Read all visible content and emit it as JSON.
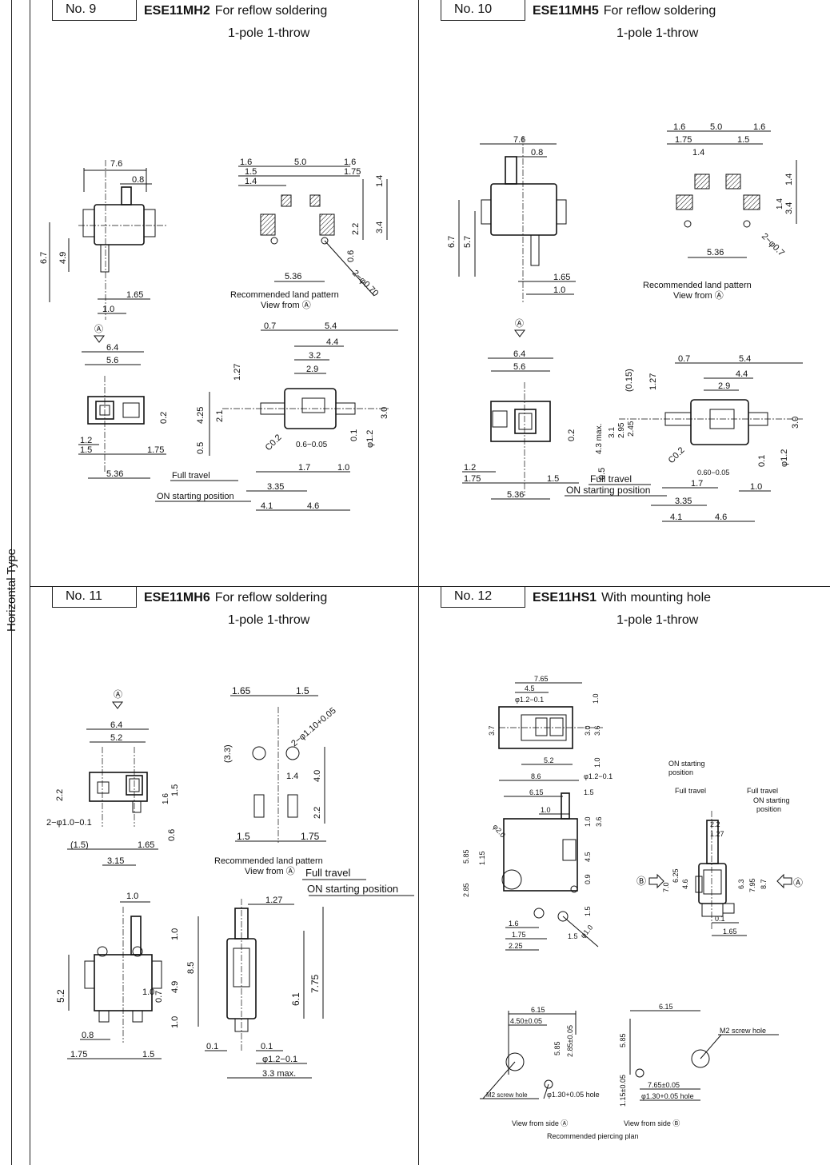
{
  "sidebar": {
    "label": "Horizontal Type"
  },
  "panels": {
    "p9": {
      "number": "No. 9",
      "model": "ESE11MH2",
      "desc": "For reflow soldering",
      "pole": "1-pole 1-throw",
      "dims_top": [
        "7.6",
        "0.8",
        "6.7",
        "4.9",
        "1.65",
        "1.0"
      ],
      "land": [
        "1.6",
        "5.0",
        "1.6",
        "1.5",
        "1.75",
        "1.4",
        "1.4",
        "2.2",
        "3.4",
        "0.6",
        "2−φ0.70",
        "5.36"
      ],
      "land_caption_1": "Recommended land pattern",
      "land_caption_2": "View from Ⓐ",
      "arrow_label": "Ⓐ",
      "dims_front": [
        "6.4",
        "5.6",
        "0.2",
        "1.2",
        "1.5",
        "1.75",
        "5.36"
      ],
      "dims_side": [
        "0.7",
        "5.4",
        "4.4",
        "3.2",
        "2.9",
        "1.27",
        "4.25",
        "2.1",
        "0.5",
        "3.0",
        "0.1",
        "φ1.2",
        "C0.2",
        "0.6−0.05",
        "1.7",
        "1.0",
        "3.35",
        "4.1",
        "4.6"
      ],
      "full_travel": "Full travel",
      "on_start": "ON starting position"
    },
    "p10": {
      "number": "No. 10",
      "model": "ESE11MH5",
      "desc": "For reflow soldering",
      "pole": "1-pole 1-throw",
      "dims_top": [
        "7.6",
        "0.8",
        "6.7",
        "5.7",
        "1.65",
        "1.0"
      ],
      "land": [
        "1.6",
        "5.0",
        "1.6",
        "1.75",
        "1.5",
        "1.4",
        "1.4",
        "1.4",
        "3.4",
        "2−φ0.7",
        "5.36"
      ],
      "land_caption_1": "Recommended land pattern",
      "land_caption_2": "View from Ⓐ",
      "arrow_label": "Ⓐ",
      "dims_front": [
        "6.4",
        "5.6",
        "0.2",
        "1.2",
        "1.75",
        "1.5",
        "5.36"
      ],
      "dims_side": [
        "0.7",
        "5.4",
        "4.4",
        "2.9",
        "(0.15)",
        "1.27",
        "4.3 max.",
        "3.1",
        "2.95",
        "2.45",
        "0.5",
        "3.0",
        "0.1",
        "φ1.2",
        "C0.2",
        "0.60−0.05",
        "1.7",
        "1.0",
        "3.35",
        "4.1",
        "4.6"
      ],
      "full_travel": "Full travel",
      "on_start": "ON starting position"
    },
    "p11": {
      "number": "No. 11",
      "model": "ESE11MH6",
      "desc": "For reflow soldering",
      "pole": "1-pole 1-throw",
      "arrow_label": "Ⓐ",
      "dims_top": [
        "6.4",
        "5.2",
        "2.2",
        "1.6",
        "1.5",
        "2−φ1.0−0.1",
        "0.6",
        "(1.5)",
        "1.65",
        "3.15"
      ],
      "land": [
        "1.65",
        "1.5",
        "2−φ1.10+0.05",
        "(3.3)",
        "1.4",
        "4.0",
        "2.2",
        "1.5",
        "1.75"
      ],
      "land_caption_1": "Recommended land pattern",
      "land_caption_2": "View from Ⓐ",
      "dims_front": [
        "1.0",
        "1.0",
        "8.5",
        "5.2",
        "4.9",
        "0.7",
        "1.0",
        "1.0",
        "0.8",
        "1.75",
        "1.5"
      ],
      "dims_side": [
        "1.27",
        "6.1",
        "7.75",
        "0.1",
        "0.1",
        "φ1.2−0.1",
        "3.3 max."
      ],
      "full_travel": "Full travel",
      "on_start": "ON starting position"
    },
    "p12": {
      "number": "No. 12",
      "model": "ESE11HS1",
      "desc": "With mounting hole",
      "pole": "1-pole 1-throw",
      "dims_top": [
        "7.65",
        "4.5",
        "φ1.2−0.1",
        "1.0",
        "3.7",
        "3.0",
        "3.6",
        "5.2",
        "1.0",
        "8.6",
        "φ1.2−0.1"
      ],
      "dims_front": [
        "6.15",
        "1.5",
        "1.0",
        "1.0",
        "3.6",
        "5.85",
        "1.15",
        "φ2.0",
        "4.5",
        "0.9",
        "2.85",
        "1.5",
        "1.6",
        "1.75",
        "2.25",
        "1.5",
        "φ1.0"
      ],
      "dims_side": [
        "2.2",
        "1.27",
        "7.0",
        "6.25",
        "4.6",
        "6.3",
        "7.95",
        "8.7",
        "0.1",
        "1.65"
      ],
      "on_start_1": "ON starting",
      "on_start_2": "position",
      "full_travel_1": "Full travel",
      "full_travel_2": "Full travel",
      "on_start_3": "ON starting",
      "on_start_4": "position",
      "side_b": "Ⓑ",
      "side_a": "Ⓐ",
      "pierce_a": [
        "6.15",
        "4.50±0.05",
        "5.85",
        "2.85±0.05",
        "M2 screw hole",
        "φ1.30+0.05 hole"
      ],
      "pierce_b": [
        "6.15",
        "5.85",
        "M2 screw hole",
        "1.15±0.05",
        "7.65±0.05",
        "φ1.30+0.05 hole"
      ],
      "view_a": "View from side Ⓐ",
      "view_b": "View from side Ⓑ",
      "pierce_caption": "Recommended piercing plan"
    }
  }
}
